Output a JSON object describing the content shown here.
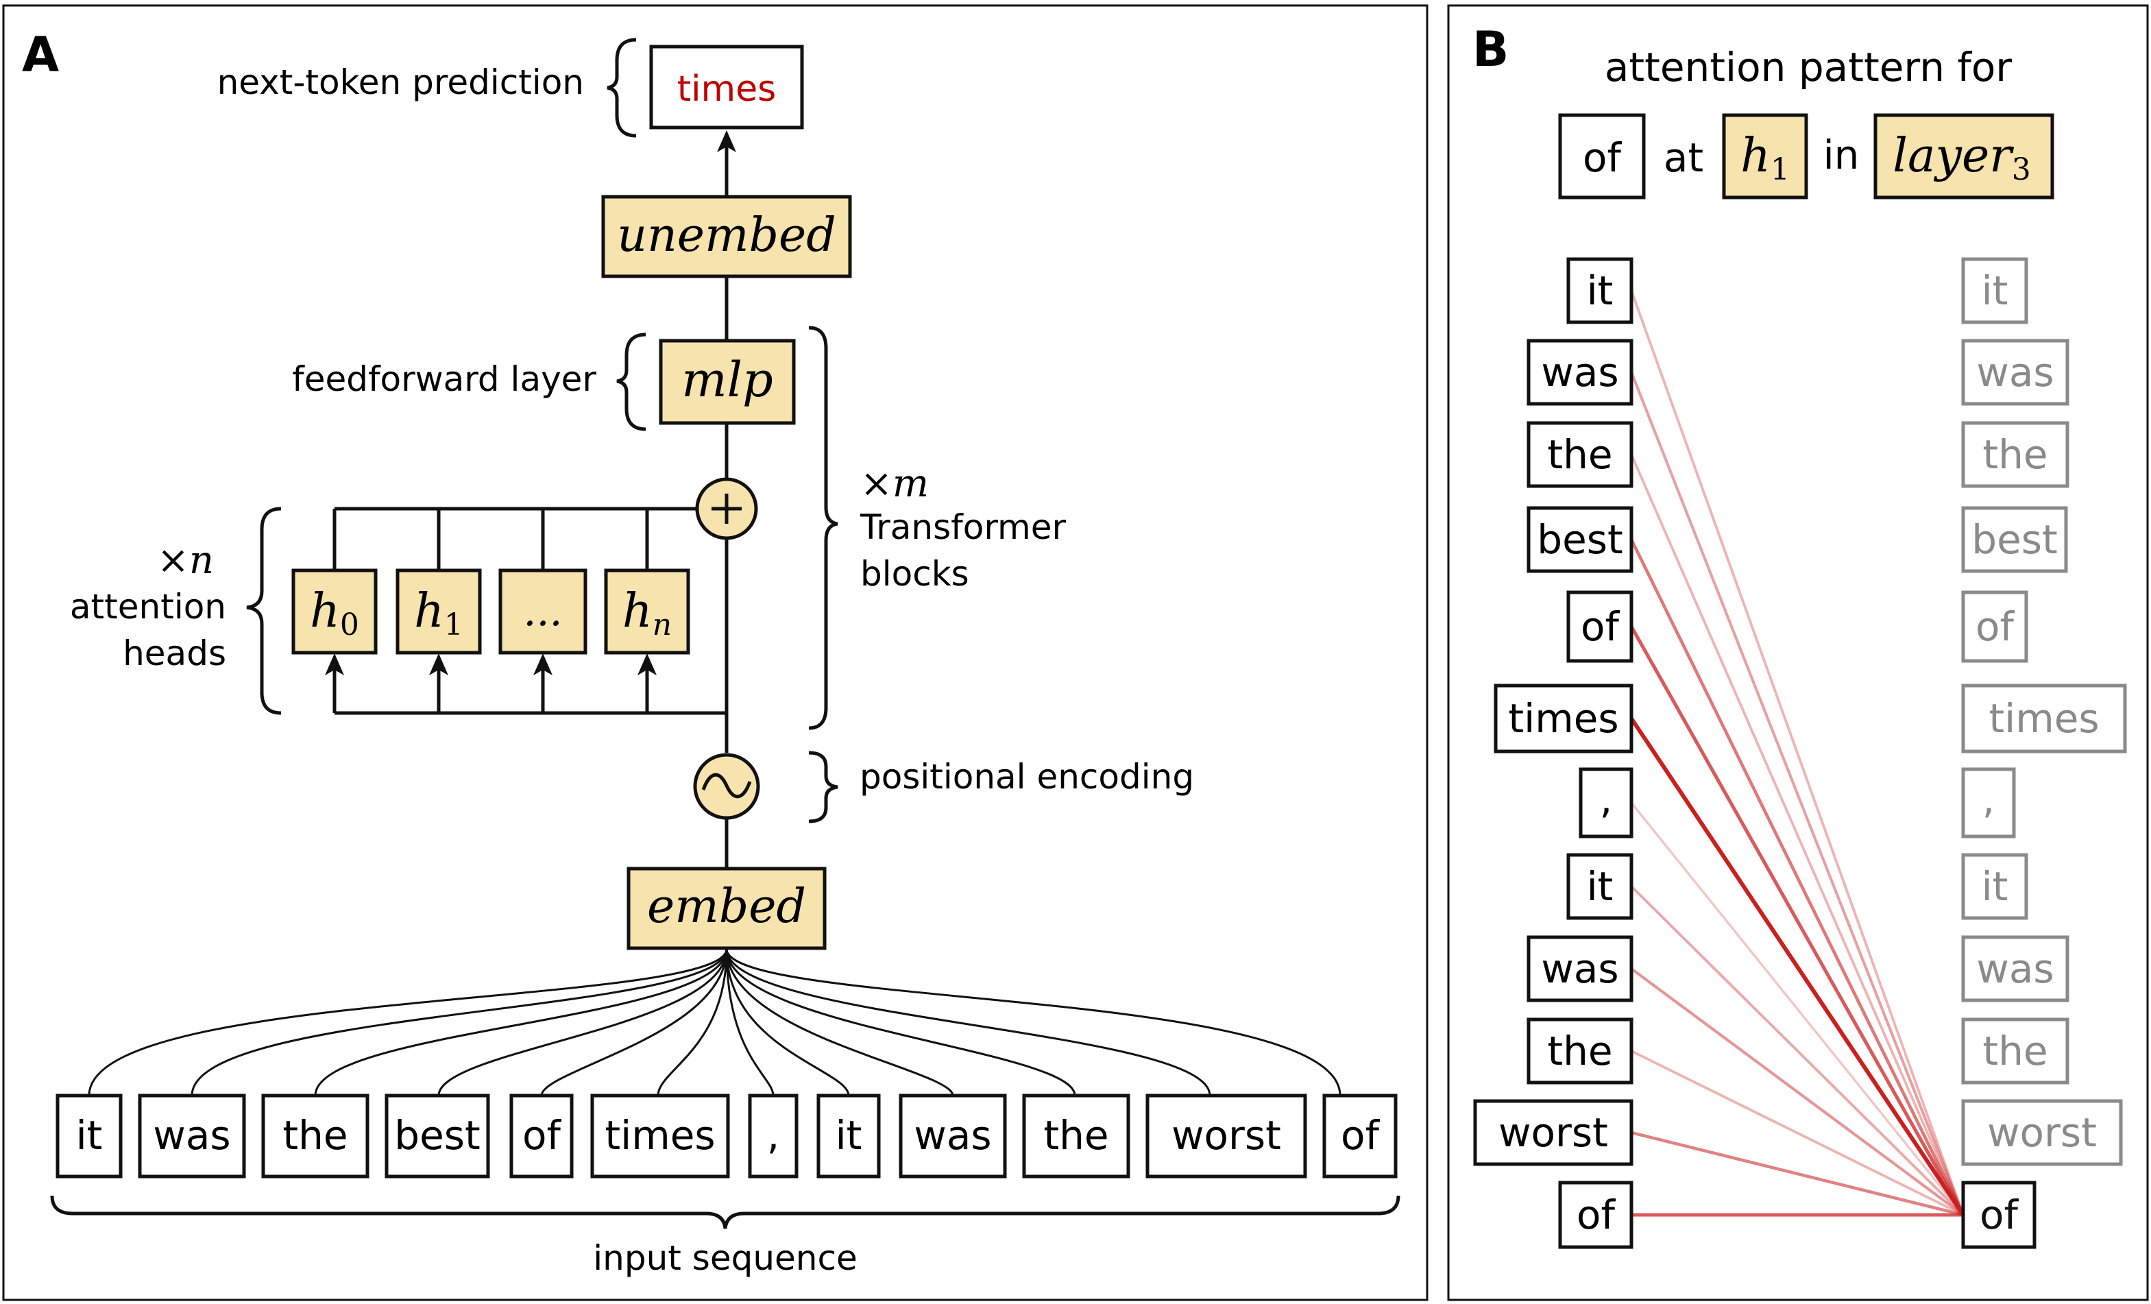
{
  "panel_a": {
    "letter": "A",
    "next_token_label": "next-token prediction",
    "prediction": "times",
    "unembed": "unembed",
    "feedforward_label": "feedforward layer",
    "mlp": "mlp",
    "plus": "+",
    "wave": "~",
    "times_m_prefix": "×",
    "times_m_var": "m",
    "transformer_line1": "Transformer",
    "transformer_line2": "blocks",
    "times_n_prefix": "×",
    "times_n_var": "n",
    "attention_line1": "attention",
    "attention_line2": "heads",
    "heads": [
      {
        "base": "h",
        "sub": "0"
      },
      {
        "base": "h",
        "sub": "1"
      },
      {
        "base": "...",
        "sub": ""
      },
      {
        "base": "h",
        "sub": "n"
      }
    ],
    "positional_label": "positional encoding",
    "embed": "embed",
    "input_label": "input sequence",
    "tokens": [
      "it",
      "was",
      "the",
      "best",
      "of",
      "times",
      ",",
      "it",
      "was",
      "the",
      "worst",
      "of"
    ]
  },
  "panel_b": {
    "letter": "B",
    "title": "attention pattern for",
    "query_token": "of",
    "word_at": "at",
    "head_base": "h",
    "head_sub": "1",
    "word_in": "in",
    "layer_base": "layer",
    "layer_sub": "3",
    "tokens": [
      "it",
      "was",
      "the",
      "best",
      "of",
      "times",
      ",",
      "it",
      "was",
      "the",
      "worst",
      "of"
    ],
    "attention_weights": [
      0.25,
      0.35,
      0.25,
      0.55,
      0.7,
      1.0,
      0.15,
      0.3,
      0.4,
      0.25,
      0.5,
      0.7
    ]
  },
  "colors": {
    "box_fill": "#f7e3ad",
    "prediction_text": "#c00000",
    "attention_line": "#cc1f1f",
    "faded_token": "#8a8a8a",
    "outline": "#111111"
  }
}
